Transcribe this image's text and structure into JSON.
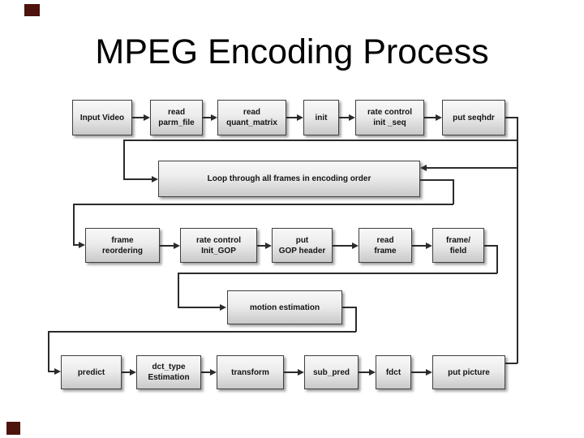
{
  "title": "MPEG Encoding Process",
  "colors": {
    "background": "#ffffff",
    "box_border": "#404040",
    "box_fill_top": "#f8f8f8",
    "box_fill_bottom": "#c9c9c9",
    "line": "#2b2b2b",
    "text": "#141414",
    "corner_square": "#4d130c"
  },
  "diagram": {
    "nodes": {
      "input_video": {
        "label": "Input Video"
      },
      "read_parm_file": {
        "label": "read\nparm_file"
      },
      "read_quant_matrix": {
        "label": "read\nquant_matrix"
      },
      "init": {
        "label": "init"
      },
      "rate_control_init_seq": {
        "label": "rate control\ninit _seq"
      },
      "put_seqhdr": {
        "label": "put seqhdr"
      },
      "loop": {
        "label": "Loop through all frames in encoding order"
      },
      "frame_reordering": {
        "label": "frame\nreordering"
      },
      "rate_control_init_gop": {
        "label": "rate control\nInit_GOP"
      },
      "put_gop_header": {
        "label": "put\nGOP header"
      },
      "read_frame": {
        "label": "read\nframe"
      },
      "frame_field": {
        "label": "frame/\nfield"
      },
      "motion_estimation": {
        "label": "motion estimation"
      },
      "predict": {
        "label": "predict"
      },
      "dct_type_estimation": {
        "label": "dct_type\nEstimation"
      },
      "transform": {
        "label": "transform"
      },
      "sub_pred": {
        "label": "sub_pred"
      },
      "fdct": {
        "label": "fdct"
      },
      "put_picture": {
        "label": "put picture"
      }
    }
  }
}
